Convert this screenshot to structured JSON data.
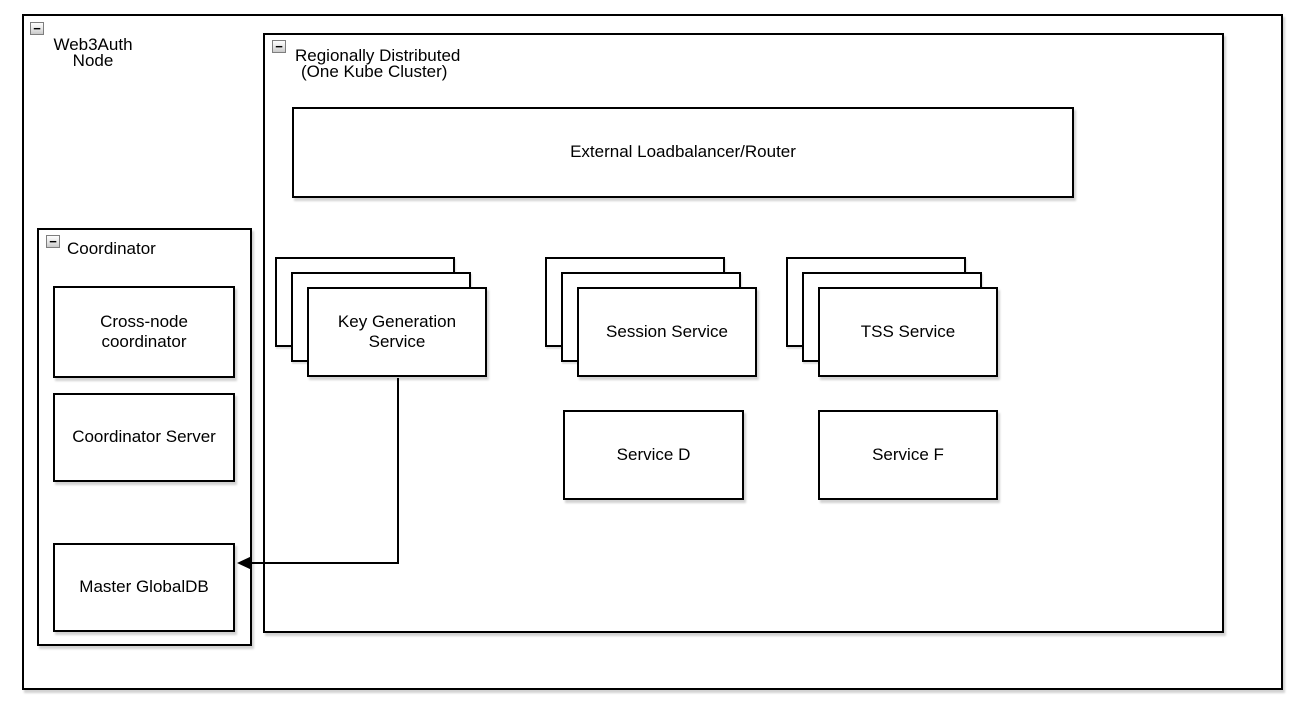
{
  "icons": {
    "collapse": "−"
  },
  "colors": {
    "stroke": "#000000",
    "fill": "#ffffff",
    "collapse_button_border": "#7e7e7e"
  },
  "diagram": {
    "web3auth_node": {
      "title_line1": "Web3Auth",
      "title_line2": "Node"
    },
    "regional_cluster": {
      "title_line1": "Regionally Distributed",
      "title_line2": "(One Kube Cluster)"
    },
    "coordinator": {
      "title": "Coordinator",
      "nodes": {
        "cross_node_coordinator": "Cross-node\ncoordinator",
        "coordinator_server": "Coordinator Server",
        "master_globaldb": "Master GlobalDB"
      }
    },
    "nodes": {
      "external_loadbalancer": "External Loadbalancer/Router",
      "key_generation_service": "Key Generation\nService",
      "session_service": "Session Service",
      "tss_service": "TSS Service",
      "service_d": "Service D",
      "service_f": "Service F"
    },
    "edges": [
      {
        "from": "key_generation_service",
        "to": "master_globaldb",
        "style": "orthogonal",
        "arrow": "target"
      }
    ]
  }
}
